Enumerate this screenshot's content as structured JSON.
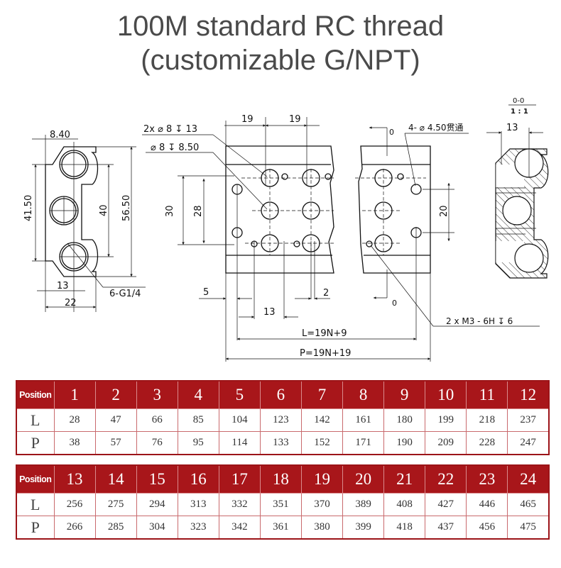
{
  "title": {
    "line1": "100M standard RC thread",
    "line2": "(customizable G/NPT)"
  },
  "drawing": {
    "end_view": {
      "dims": {
        "top_width": "8.40",
        "left_height": "41.50",
        "center_spacing": "40",
        "overall_height": "56.50",
        "inner_width": "13",
        "overall_width": "22",
        "port_callout": "6-G1/4"
      }
    },
    "front_view": {
      "callouts": {
        "large_holes": "2x ⌀ 8 ↧ 13",
        "mid_hole": "⌀ 8 ↧ 8.50",
        "through_holes": "4- ⌀ 4.50贯通",
        "tapped_holes": "2 x  M3 - 6H ↧ 6"
      },
      "dims": {
        "pitch_1": "19",
        "pitch_2": "19",
        "height_30": "30",
        "height_28": "28",
        "hole_spacing_20": "20",
        "offset_5": "5",
        "offset_13": "13",
        "offset_2": "2",
        "section_marker_top": "0",
        "section_marker_bottom": "0",
        "length_L": "L=19N+9",
        "length_P": "P=19N+19"
      }
    },
    "section_view": {
      "label": "0-0",
      "scale": "1 : 1",
      "dim_13": "13"
    }
  },
  "tables": [
    {
      "header_label": "Position",
      "positions": [
        "1",
        "2",
        "3",
        "4",
        "5",
        "6",
        "7",
        "8",
        "9",
        "10",
        "11",
        "12"
      ],
      "rows": [
        {
          "label": "L",
          "values": [
            "28",
            "47",
            "66",
            "85",
            "104",
            "123",
            "142",
            "161",
            "180",
            "199",
            "218",
            "237"
          ]
        },
        {
          "label": "P",
          "values": [
            "38",
            "57",
            "76",
            "95",
            "114",
            "133",
            "152",
            "171",
            "190",
            "209",
            "228",
            "247"
          ]
        }
      ]
    },
    {
      "header_label": "Position",
      "positions": [
        "13",
        "14",
        "15",
        "16",
        "17",
        "18",
        "19",
        "20",
        "21",
        "22",
        "23",
        "24"
      ],
      "rows": [
        {
          "label": "L",
          "values": [
            "256",
            "275",
            "294",
            "313",
            "332",
            "351",
            "370",
            "389",
            "408",
            "427",
            "446",
            "465"
          ]
        },
        {
          "label": "P",
          "values": [
            "266",
            "285",
            "304",
            "323",
            "342",
            "361",
            "380",
            "399",
            "418",
            "437",
            "456",
            "475"
          ]
        }
      ]
    }
  ],
  "colors": {
    "header_red": "#a8161a",
    "title_gray": "#4a4a4a"
  }
}
